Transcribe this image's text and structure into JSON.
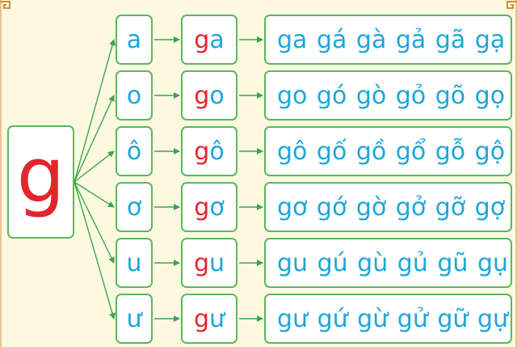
{
  "colors": {
    "background": "#fdf9e1",
    "box_border": "#5cb85a",
    "arrow": "#3aa64a",
    "consonant_red": "#e2262d",
    "vowel_blue": "#1fa6d8"
  },
  "consonant": "g",
  "rows": [
    {
      "vowel": "a",
      "syllable_consonant": "g",
      "syllable_vowel": "a",
      "tones": "ga gá gà gả gã gạ"
    },
    {
      "vowel": "o",
      "syllable_consonant": "g",
      "syllable_vowel": "o",
      "tones": "go gó gò gỏ gõ gọ"
    },
    {
      "vowel": "ô",
      "syllable_consonant": "g",
      "syllable_vowel": "ô",
      "tones": "gô gố gồ gổ gỗ gộ"
    },
    {
      "vowel": "ơ",
      "syllable_consonant": "g",
      "syllable_vowel": "ơ",
      "tones": "gơ gớ gờ gở gỡ gợ"
    },
    {
      "vowel": "u",
      "syllable_consonant": "g",
      "syllable_vowel": "u",
      "tones": "gu gú gù gủ gũ gụ"
    },
    {
      "vowel": "ư",
      "syllable_consonant": "g",
      "syllable_vowel": "ư",
      "tones": "gư gứ gừ gử gữ gự"
    }
  ]
}
